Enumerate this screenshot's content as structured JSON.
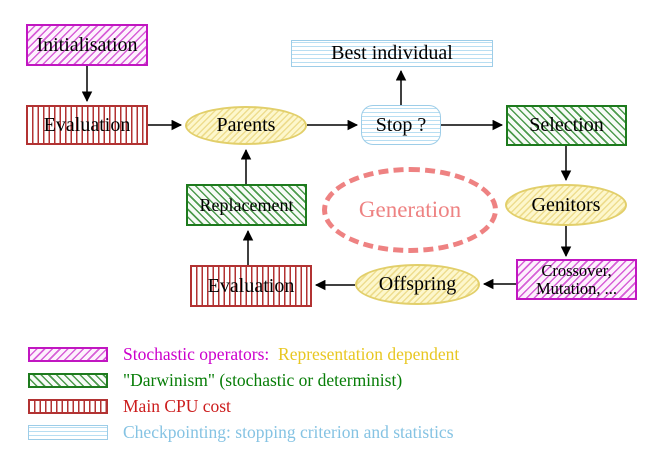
{
  "diagram": {
    "nodes": {
      "initialisation": {
        "label": "Initialisation",
        "category": "stochastic-operator"
      },
      "evaluation_top": {
        "label": "Evaluation",
        "category": "main-cpu-cost"
      },
      "parents": {
        "label": "Parents",
        "category": "population"
      },
      "best_individual": {
        "label": "Best individual",
        "category": "checkpointing"
      },
      "stop": {
        "label": "Stop ?",
        "category": "checkpointing"
      },
      "selection": {
        "label": "Selection",
        "category": "darwinism"
      },
      "genitors": {
        "label": "Genitors",
        "category": "population"
      },
      "crossover_mutation": {
        "line1": "Crossover,",
        "line2": "Mutation, ...",
        "category": "stochastic-operator"
      },
      "offspring": {
        "label": "Offspring",
        "category": "population"
      },
      "evaluation_bottom": {
        "label": "Evaluation",
        "category": "main-cpu-cost"
      },
      "replacement": {
        "label": "Replacement",
        "category": "darwinism"
      },
      "generation": {
        "label": "Generation"
      }
    },
    "edges": [
      {
        "from": "initialisation",
        "to": "evaluation_top"
      },
      {
        "from": "evaluation_top",
        "to": "parents"
      },
      {
        "from": "parents",
        "to": "stop"
      },
      {
        "from": "stop",
        "to": "best_individual"
      },
      {
        "from": "stop",
        "to": "selection"
      },
      {
        "from": "selection",
        "to": "genitors"
      },
      {
        "from": "genitors",
        "to": "crossover_mutation"
      },
      {
        "from": "crossover_mutation",
        "to": "offspring"
      },
      {
        "from": "offspring",
        "to": "evaluation_bottom"
      },
      {
        "from": "evaluation_bottom",
        "to": "replacement"
      },
      {
        "from": "replacement",
        "to": "parents"
      }
    ]
  },
  "legend": {
    "items": [
      {
        "label": "Stochastic operators:",
        "label2": "Representation dependent"
      },
      {
        "label": "\"Darwinism\" (stochastic or determinist)"
      },
      {
        "label": "Main CPU cost"
      },
      {
        "label": "Checkpointing: stopping criterion and statistics"
      }
    ]
  },
  "colors": {
    "magenta": "#cc00cc",
    "gold": "#e8c722",
    "green": "#077d07",
    "red": "#cc1d1d",
    "light_blue": "#85c3e3",
    "yellow_fill": "#fdf7cc",
    "generation_pink": "#ee8282",
    "arrow": "#000000"
  }
}
